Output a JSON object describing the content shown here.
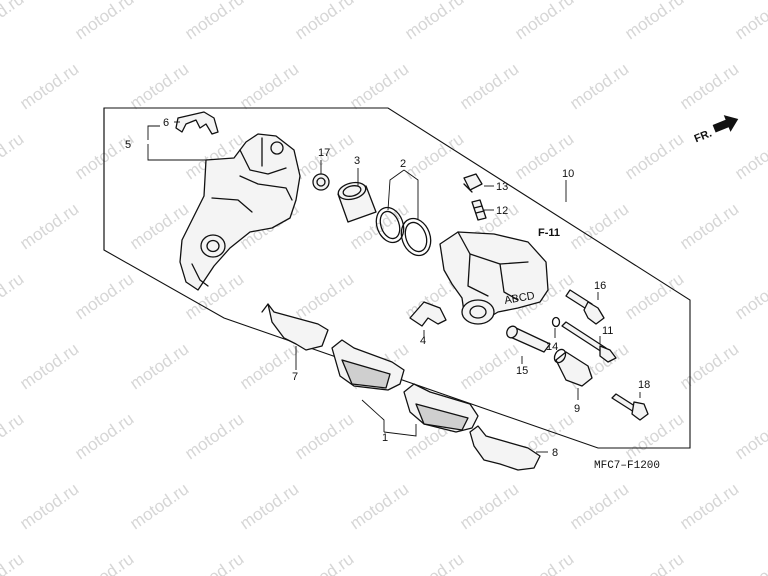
{
  "watermark": "motod.ru",
  "direction_label": "FR.",
  "diagram_code": "MFC7–F1200",
  "reference_label": "F-11",
  "caliper_marking": "ABCD",
  "callouts": {
    "c1": "1",
    "c2": "2",
    "c3": "3",
    "c4": "4",
    "c5": "5",
    "c6": "6",
    "c7": "7",
    "c8": "8",
    "c9": "9",
    "c10": "10",
    "c11": "11",
    "c12": "12",
    "c13": "13",
    "c14": "14",
    "c15": "15",
    "c16": "16",
    "c17": "17",
    "c18": "18"
  },
  "colors": {
    "line": "#111111",
    "watermark": "#d6d6d6",
    "background": "#ffffff"
  }
}
